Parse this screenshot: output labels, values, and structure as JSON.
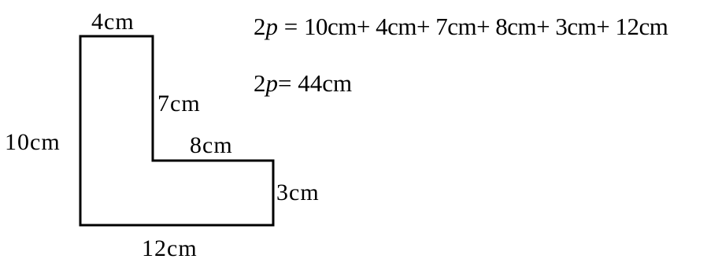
{
  "figure": {
    "labels": {
      "top": "4cm",
      "left": "10cm",
      "inner_vertical": "7cm",
      "inner_horizontal": "8cm",
      "right": "3cm",
      "bottom": "12cm"
    }
  },
  "formula_1": {
    "coef": "2",
    "var": "p",
    "eq": " = ",
    "rhs": "10cm+ 4cm+ 7cm+ 8cm+ 3cm+ 12cm"
  },
  "formula_2": {
    "coef": "2",
    "var": "p",
    "eq": "= ",
    "rhs": "44cm"
  },
  "colors": {
    "stroke": "#000000",
    "background": "#ffffff"
  }
}
